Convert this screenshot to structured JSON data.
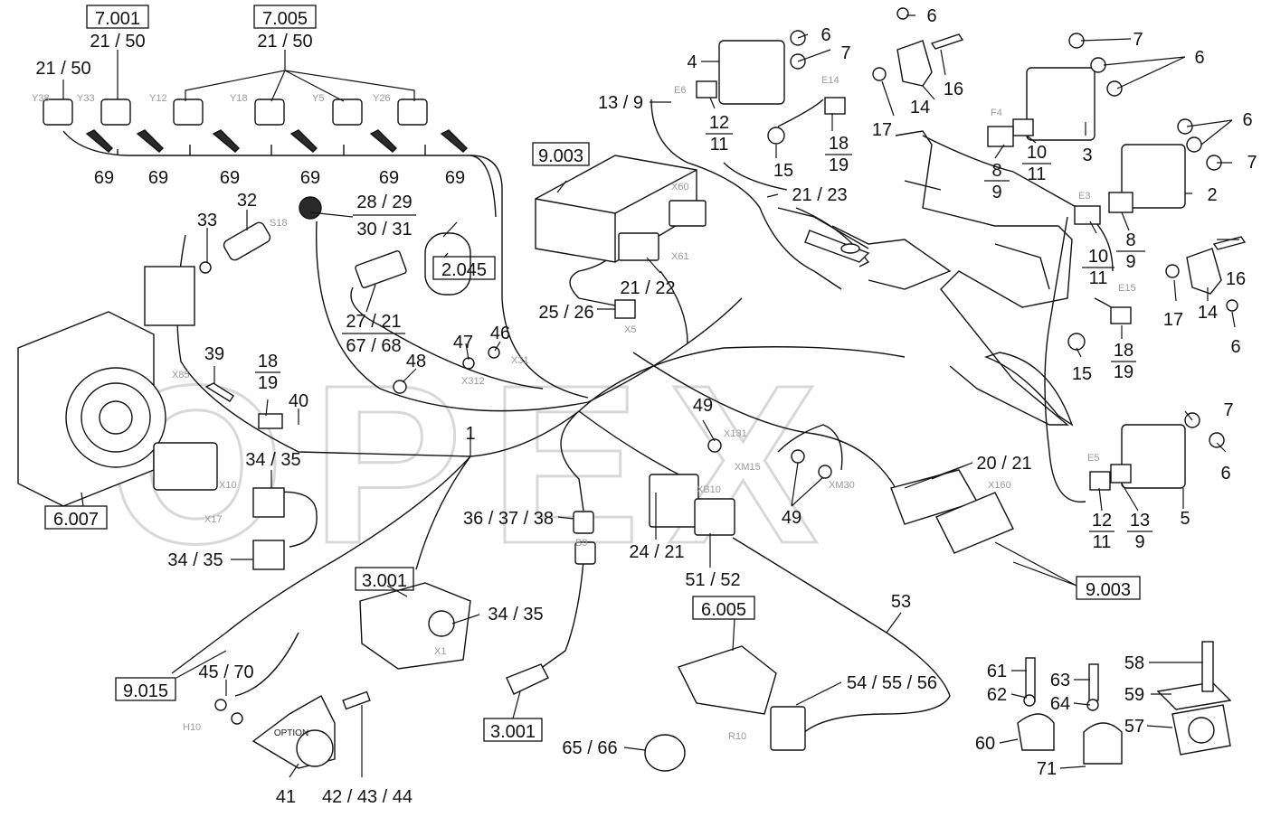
{
  "watermark": "OPEX",
  "option_badge": "OPTION",
  "ref_boxes": [
    {
      "text": "7.001",
      "sub": "21 / 50"
    },
    {
      "text": "7.005",
      "sub": "21 / 50"
    },
    {
      "text": "9.003"
    },
    {
      "text": "2.045"
    },
    {
      "text": "6.007"
    },
    {
      "text": "3.001"
    },
    {
      "text": "3.001"
    },
    {
      "text": "6.005"
    },
    {
      "text": "9.015"
    },
    {
      "text": "9.003"
    }
  ],
  "labels": [
    "21 / 50",
    "69",
    "69",
    "69",
    "69",
    "69",
    "69",
    "32",
    "33",
    "28 / 29",
    "30 / 31",
    "27 / 21",
    "67 / 68",
    "4",
    "6",
    "7",
    "6",
    "17",
    "14",
    "16",
    "13 / 9",
    "12",
    "11",
    "18",
    "19",
    "15",
    "21 / 23",
    "21 / 22",
    "25 / 26",
    "8",
    "9",
    "10",
    "11",
    "7",
    "6",
    "3",
    "6",
    "7",
    "2",
    "8",
    "9",
    "10",
    "11",
    "16",
    "17",
    "14",
    "6",
    "18",
    "19",
    "15",
    "39",
    "18",
    "19",
    "40",
    "47",
    "46",
    "48",
    "49",
    "1",
    "34 / 35",
    "34 / 35",
    "36 / 37 / 38",
    "20 / 21",
    "49",
    "24 / 21",
    "51 / 52",
    "7",
    "6",
    "12",
    "11",
    "13",
    "9",
    "5",
    "53",
    "34 / 35",
    "54 / 55 / 56",
    "45 / 70",
    "41",
    "42 / 43 / 44",
    "65 / 66",
    "61",
    "62",
    "60",
    "63",
    "64",
    "71",
    "58",
    "59",
    "57"
  ],
  "connector_tags": [
    "Y38",
    "Y33",
    "Y12",
    "Y18",
    "Y5",
    "Y26",
    "S18",
    "E6",
    "E14",
    "F4",
    "E3",
    "E15",
    "X60",
    "X61",
    "X5",
    "X31",
    "X312",
    "X10",
    "X17",
    "B9",
    "X131",
    "XM15",
    "XM30",
    "XB10",
    "X160",
    "E5",
    "R10",
    "H10",
    "X85",
    "X1"
  ]
}
